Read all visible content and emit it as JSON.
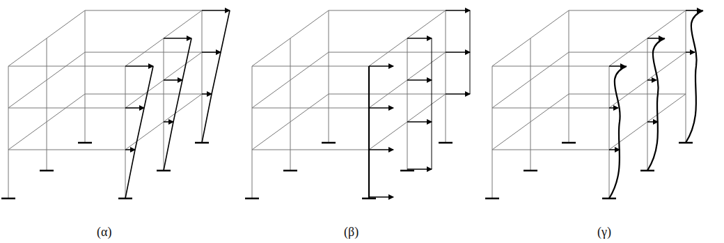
{
  "diagram": {
    "labels": [
      "(α)",
      "(β)",
      "(γ)"
    ]
  }
}
